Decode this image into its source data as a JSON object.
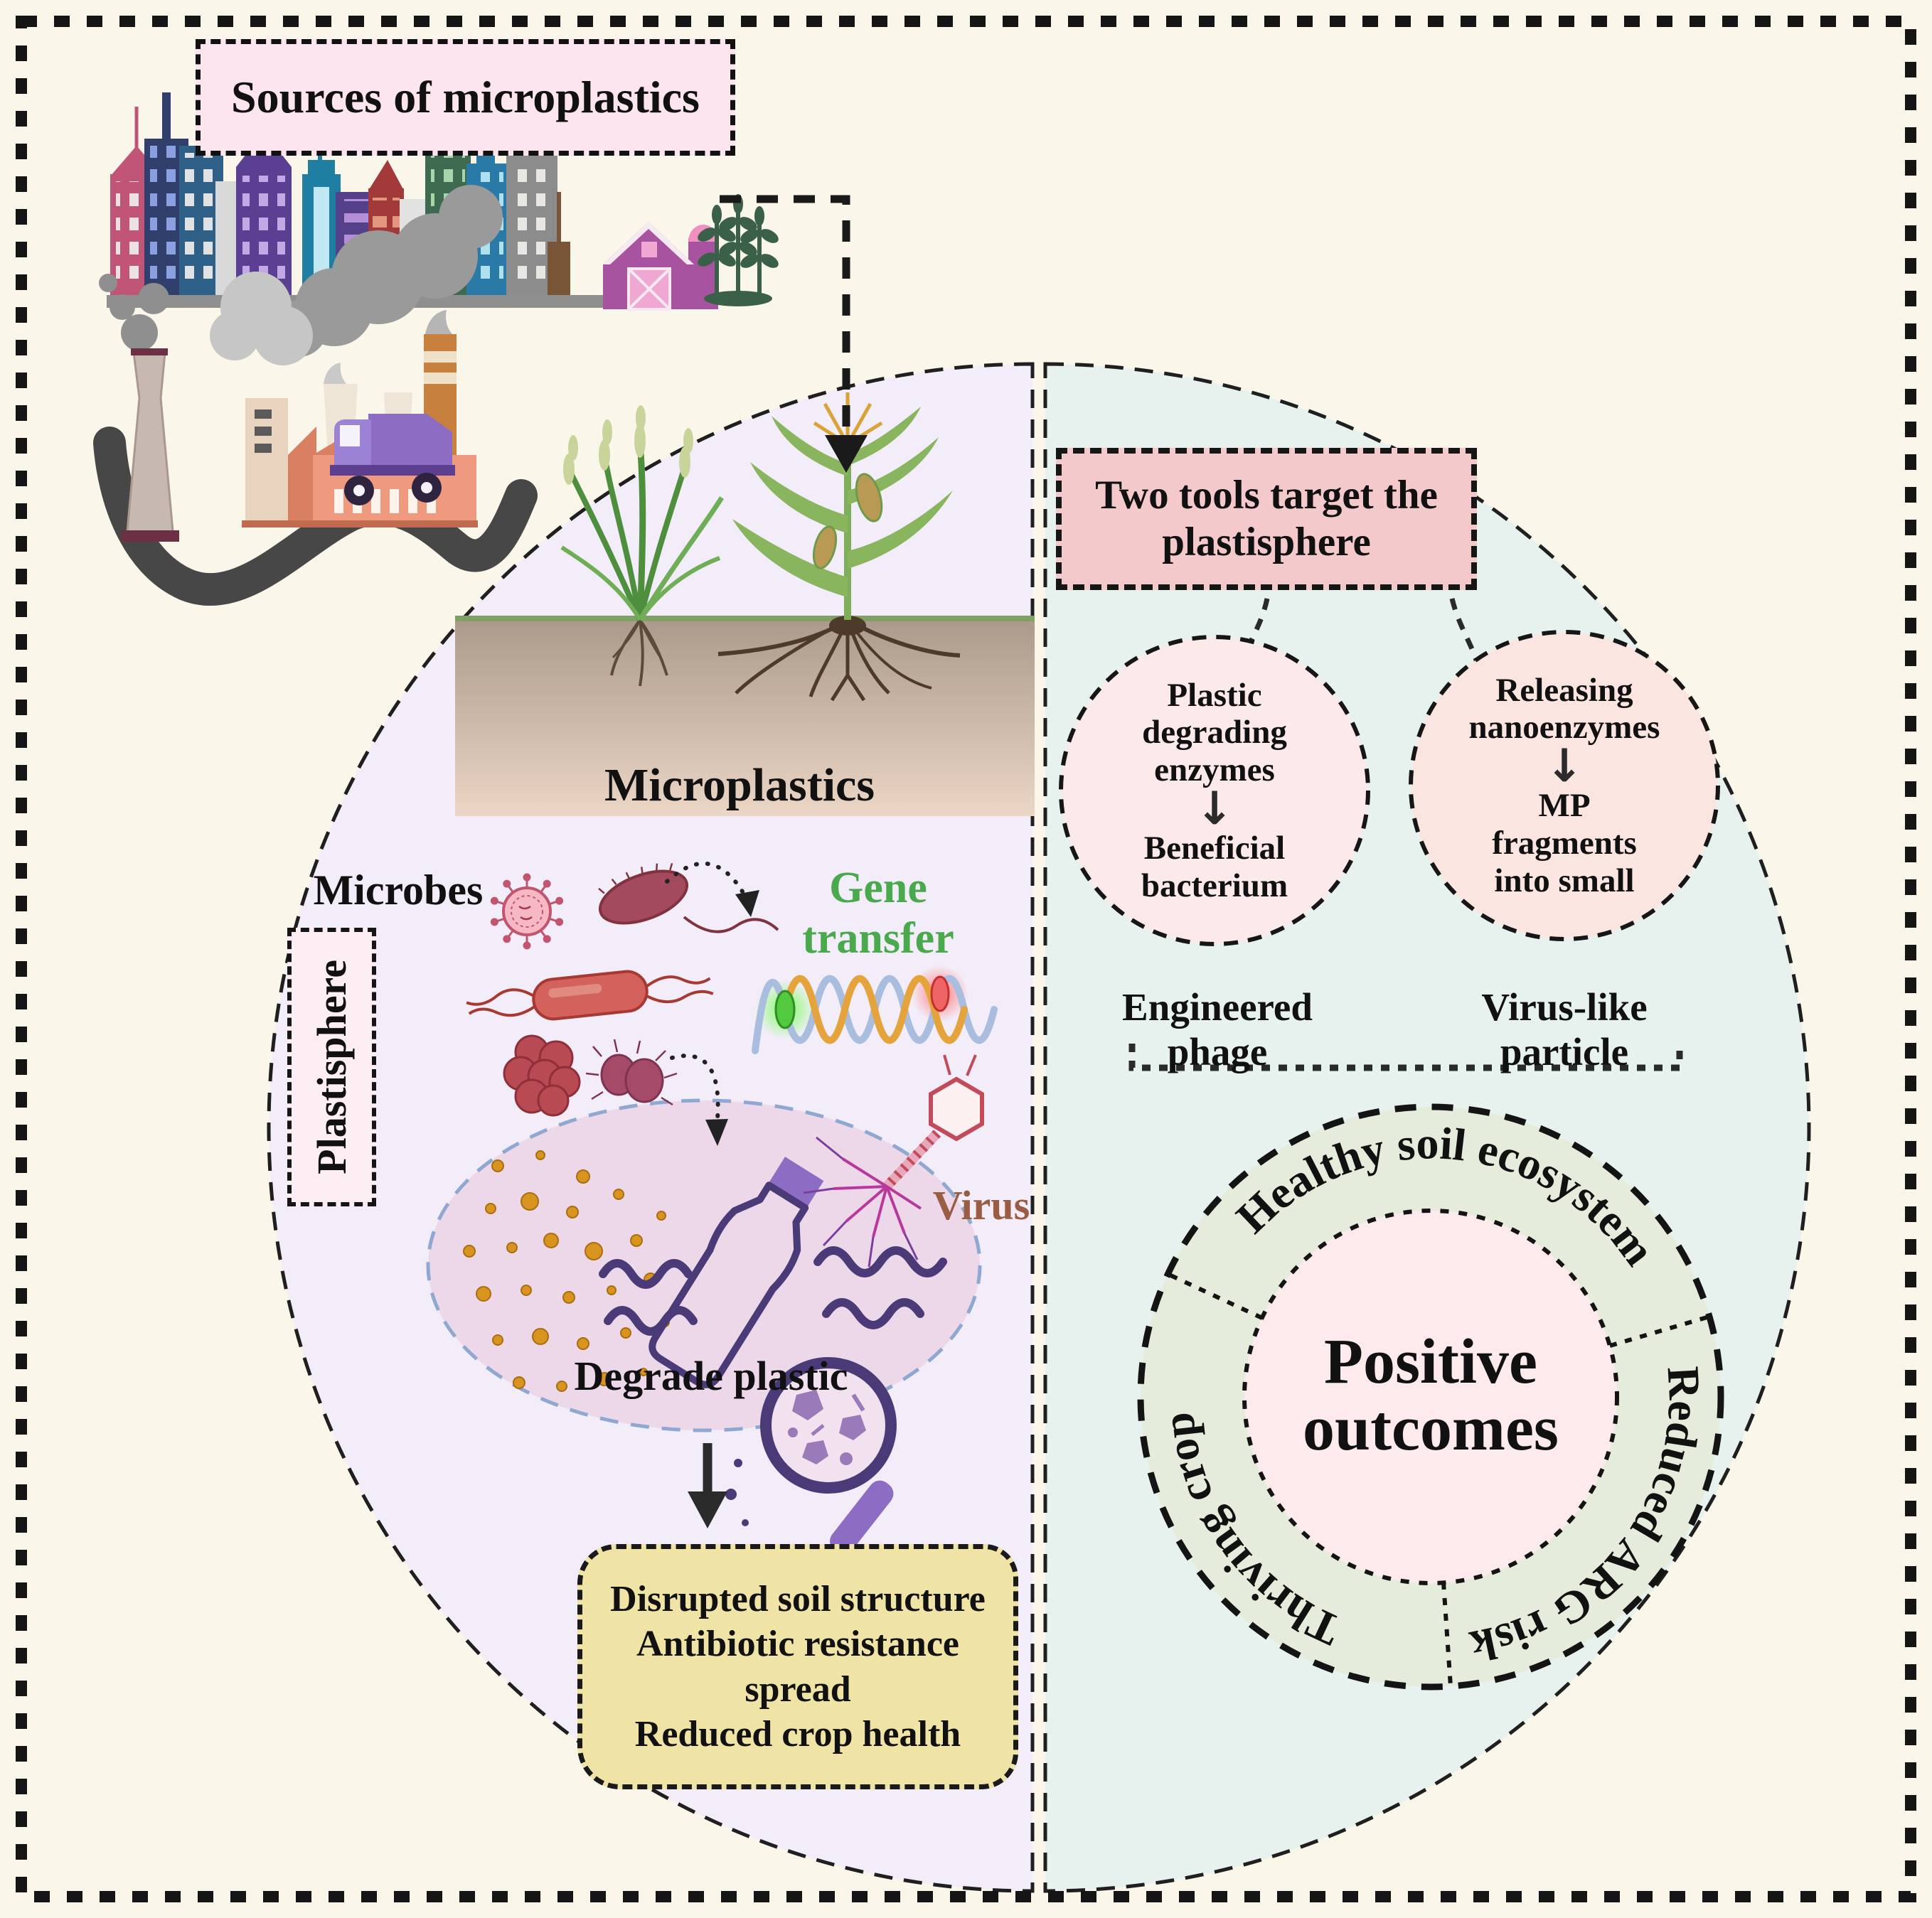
{
  "title_box": {
    "label": "Sources of microplastics"
  },
  "left_panel": {
    "soil_label": "Microplastics",
    "microbes_label": "Microbes",
    "gene_transfer_label": "Gene transfer",
    "plastisphere_label": "Plastisphere",
    "virus_label": "Virus",
    "degrade_label": "Degrade plastic",
    "impacts": [
      "Disrupted soil structure",
      "Antibiotic resistance spread",
      "Reduced crop health"
    ]
  },
  "right_panel": {
    "tools_header": "Two tools target the plastisphere",
    "engineered_phage": {
      "step_1": "Plastic degrading enzymes",
      "step_2": "Beneficial bacterium",
      "caption": "Engineered phage"
    },
    "virus_like_particle": {
      "step_1": "Releasing nanoenzymes",
      "step_2": "MP fragments into small",
      "caption": "Virus-like particle"
    },
    "outcomes": {
      "center_label": "Positive outcomes",
      "ring_segments": [
        "Healthy soil ecosystem",
        "Reduced ARG risk",
        "Thriving crop"
      ]
    }
  },
  "icons": {
    "down_arrow": "↓"
  },
  "colors": {
    "background": "#faf6e9",
    "left_half": "#f2edf8",
    "right_half": "#e7f2ee",
    "sources_box": "#fce5ee",
    "tools_box": "#f4c9cc",
    "impact_box": "#efe3a5",
    "plastisphere_blob": "#edd8e9",
    "ring_green": "#e5ecdb",
    "inner_pink": "#fdeaed",
    "gene_transfer_green": "#4aa94c",
    "virus_brown": "#9a5c42",
    "droplet_orange": "#d8941f",
    "plastic_purple": "#4a3b78"
  }
}
